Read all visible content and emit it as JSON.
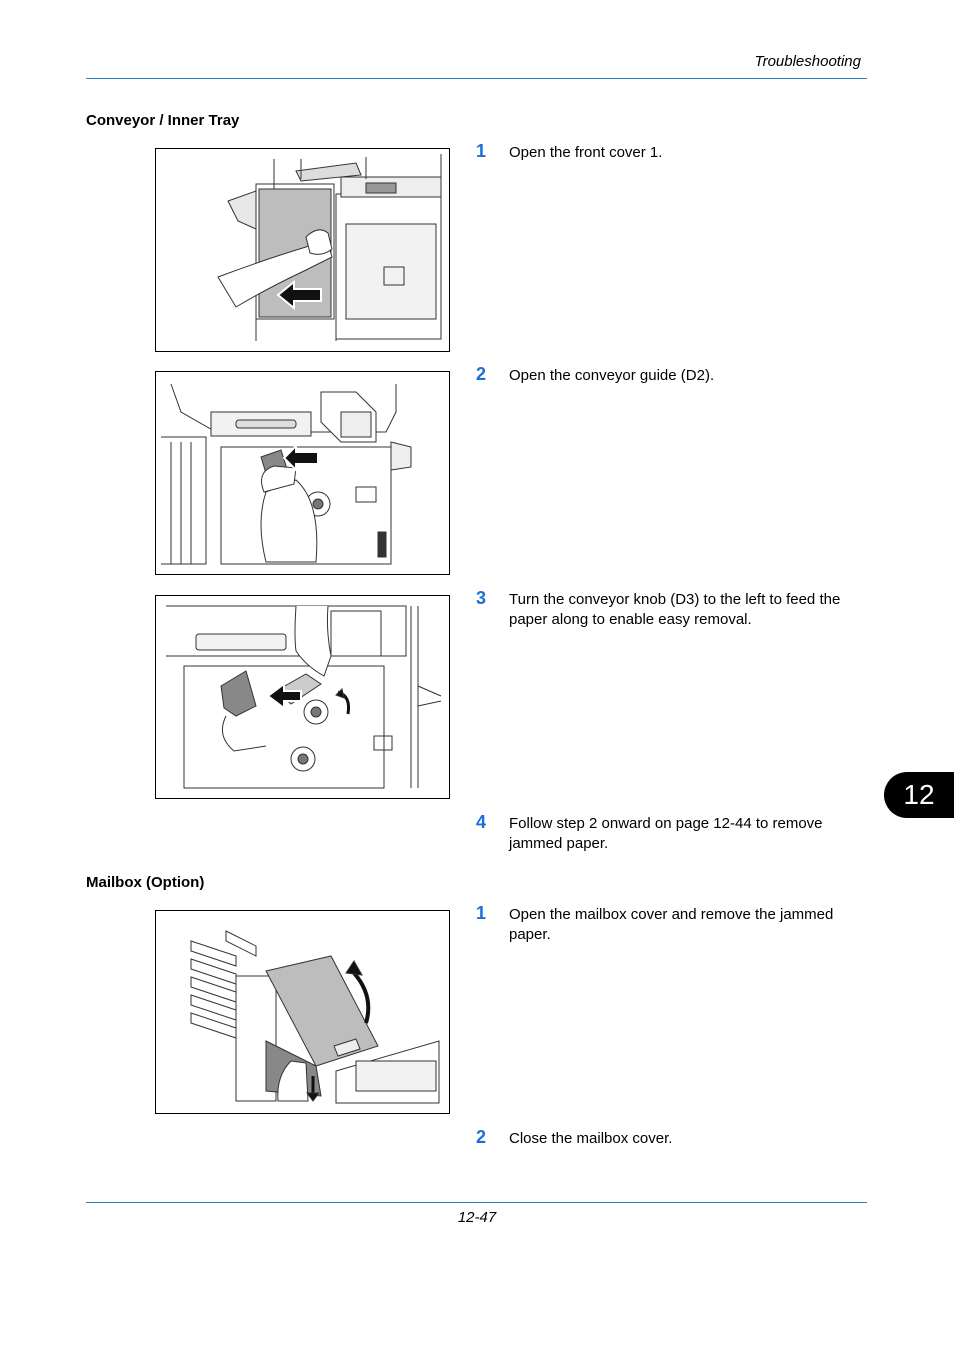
{
  "header": {
    "title": "Troubleshooting"
  },
  "sections": [
    {
      "title": "Conveyor / Inner Tray",
      "steps": [
        {
          "number": "1",
          "text": "Open the front cover 1."
        },
        {
          "number": "2",
          "text": "Open the conveyor guide (D2)."
        },
        {
          "number": "3",
          "text": "Turn the conveyor knob (D3) to the left to feed the paper along to enable easy removal."
        },
        {
          "number": "4",
          "text": "Follow step 2 onward on page 12-44 to remove jammed paper."
        }
      ]
    },
    {
      "title": "Mailbox (Option)",
      "steps": [
        {
          "number": "1",
          "text": "Open the mailbox cover and remove the jammed paper."
        },
        {
          "number": "2",
          "text": "Close the mailbox cover."
        }
      ]
    }
  ],
  "chapter_tab": "12",
  "footer": {
    "page_number": "12-47"
  }
}
